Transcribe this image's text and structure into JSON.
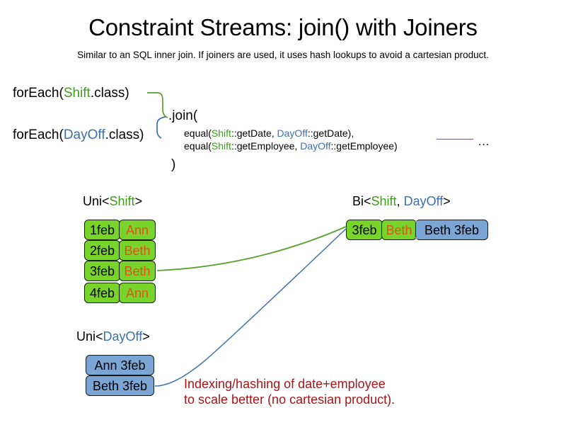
{
  "slide": {
    "title": "Constraint Streams: join() with Joiners",
    "subtitle": "Similar to an SQL inner join. If joiners are used, it uses hash lookups to avoid a cartesian product."
  },
  "code": {
    "foreach_shift": {
      "prefix": "forEach(",
      "type": "Shift",
      "suffix": ".class)"
    },
    "foreach_dayoff": {
      "prefix": "forEach(",
      "type": "DayOff",
      "suffix": ".class)"
    },
    "join_open": ".join(",
    "equal_date": {
      "prefix": "equal(",
      "left_type": "Shift",
      "left_rest": "::getDate, ",
      "right_type": "DayOff",
      "right_rest": "::getDate),"
    },
    "equal_employee": {
      "prefix": "equal(",
      "left_type": "Shift",
      "left_rest": "::getEmployee, ",
      "right_type": "DayOff",
      "right_rest": "::getEmployee)"
    },
    "join_close": ")",
    "ellipsis": "…"
  },
  "streams": {
    "uni_shift": {
      "label_prefix": "Uni<",
      "label_type": "Shift",
      "label_suffix": ">",
      "rows": [
        {
          "date": "1feb",
          "name": "Ann"
        },
        {
          "date": "2feb",
          "name": "Beth"
        },
        {
          "date": "3feb",
          "name": "Beth"
        },
        {
          "date": "4feb",
          "name": "Ann"
        }
      ]
    },
    "uni_dayoff": {
      "label_prefix": "Uni<",
      "label_type": "DayOff",
      "label_suffix": ">",
      "rows": [
        {
          "text": "Ann 3feb"
        },
        {
          "text": "Beth 3feb"
        }
      ]
    },
    "bi": {
      "label_prefix": "Bi<",
      "label_type_a": "Shift",
      "label_sep": ", ",
      "label_type_b": "DayOff",
      "label_suffix": ">",
      "row": {
        "date": "3feb",
        "name": "Beth",
        "dayoff": "Beth 3feb"
      }
    }
  },
  "annotation": {
    "line1": "Indexing/hashing of date+employee",
    "line2": "to scale better (no cartesian product)."
  },
  "colors": {
    "shift_green": "#3f9a1f",
    "dayoff_blue": "#3c6fb0",
    "box_green": "#78d42a",
    "box_blue": "#7ba5d4",
    "name_orange": "#e2521a",
    "annotation_red": "#a81519",
    "rule_purple": "#7a5c86"
  }
}
